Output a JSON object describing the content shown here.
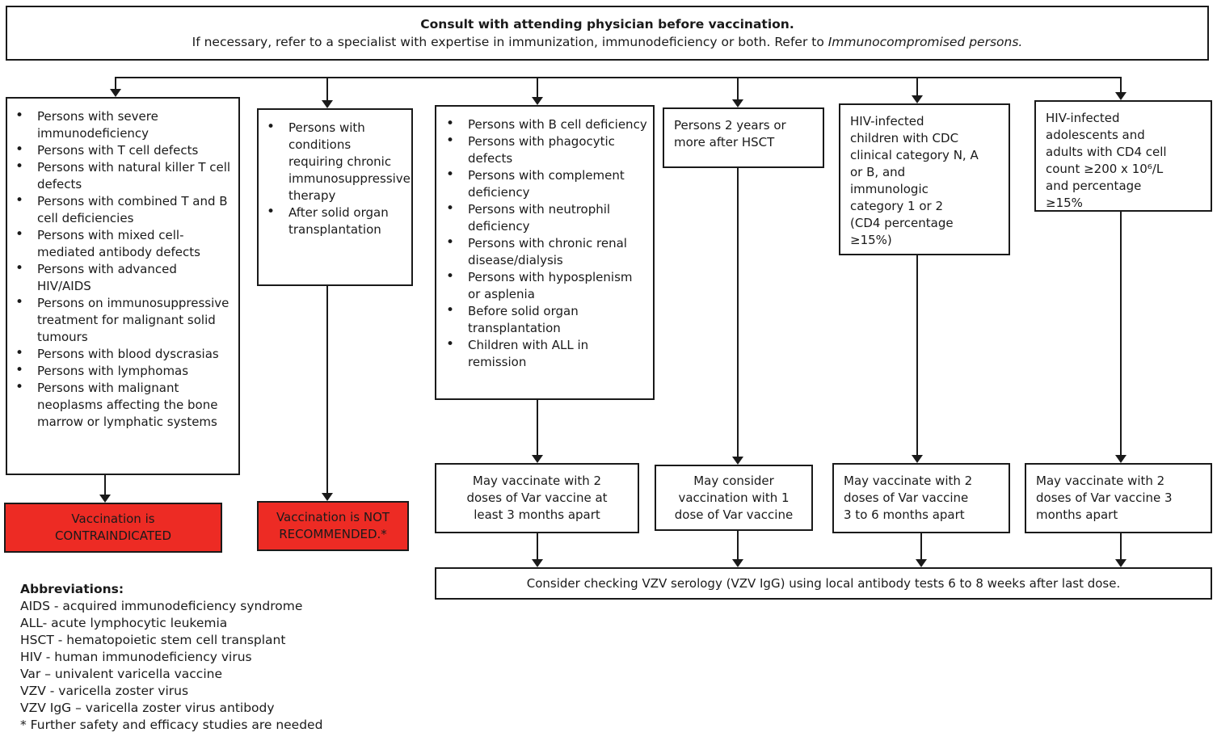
{
  "colors": {
    "red": "#ED2B24",
    "line": "#1a1a1a"
  },
  "banner": {
    "title": "Consult with attending physician before vaccination.",
    "subtitle": "If necessary, refer to a specialist with expertise in immunization, immunodeficiency or both. Refer to ",
    "subtitle_italic": "Immunocompromised persons."
  },
  "top_boxes": {
    "severe_immunodeficiency": {
      "bullets": [
        "Persons with severe immunodeficiency",
        "Persons with T cell defects",
        "Persons with natural killer T cell defects",
        "Persons with combined T and B cell deficiencies",
        "Persons with mixed cell-mediated antibody defects",
        "Persons with advanced HIV/AIDS",
        "Persons on immunosuppressive treatment for malignant solid tumours",
        "Persons with blood dyscrasias",
        "Persons with lymphomas",
        "Persons with malignant neoplasms affecting the bone marrow or lymphatic systems"
      ]
    },
    "chronic_immunosuppression": {
      "bullets": [
        "Persons with conditions requiring chronic immunosuppressive therapy",
        "After solid organ transplantation"
      ]
    },
    "b_cell_and_other": {
      "bullets": [
        "Persons with B cell deficiency",
        "Persons with phagocytic defects",
        "Persons with complement deficiency",
        "Persons with neutrophil deficiency",
        "Persons with chronic renal disease/dialysis",
        "Persons with hyposplenism or asplenia",
        "Before solid organ transplantation",
        "Children with ALL in remission"
      ]
    },
    "hsct": {
      "text": "Persons 2 years or\nmore after HSCT"
    },
    "hiv_children": {
      "text": "HIV-infected\nchildren with CDC\nclinical category N, A\nor B, and\nimmunologic\ncategory 1 or 2\n(CD4 percentage\n≥15%)"
    },
    "hiv_adults": {
      "text": "HIV-infected\nadolescents and\nadults with CD4 cell\ncount ≥200 x 10⁶/L\nand percentage\n≥15%"
    }
  },
  "outcomes": {
    "contraindicated": "Vaccination is\nCONTRAINDICATED",
    "not_recommended": "Vaccination is NOT\nRECOMMENDED.*",
    "vaccinate_2_doses_least_3_months": "May vaccinate with 2\ndoses of Var vaccine at\nleast 3 months apart",
    "consider_1_dose": "May consider\nvaccination with 1\ndose of Var vaccine",
    "vaccinate_2_doses_3_to_6_months": "May vaccinate with 2\ndoses of Var vaccine\n3 to 6 months apart",
    "vaccinate_2_doses_3_months": "May vaccinate with 2\ndoses of Var vaccine 3\nmonths apart"
  },
  "serology_note": "Consider checking VZV serology (VZV IgG) using local antibody tests 6 to 8 weeks after last dose.",
  "abbreviations": {
    "heading": "Abbreviations:",
    "lines": [
      "AIDS - acquired immunodeficiency syndrome",
      "ALL- acute lymphocytic leukemia",
      "HSCT - hematopoietic stem cell transplant",
      "HIV - human immunodeficiency virus",
      "Var – univalent varicella vaccine",
      "VZV - varicella zoster virus",
      "VZV IgG – varicella zoster virus antibody",
      "* Further safety and efficacy studies are needed"
    ]
  }
}
